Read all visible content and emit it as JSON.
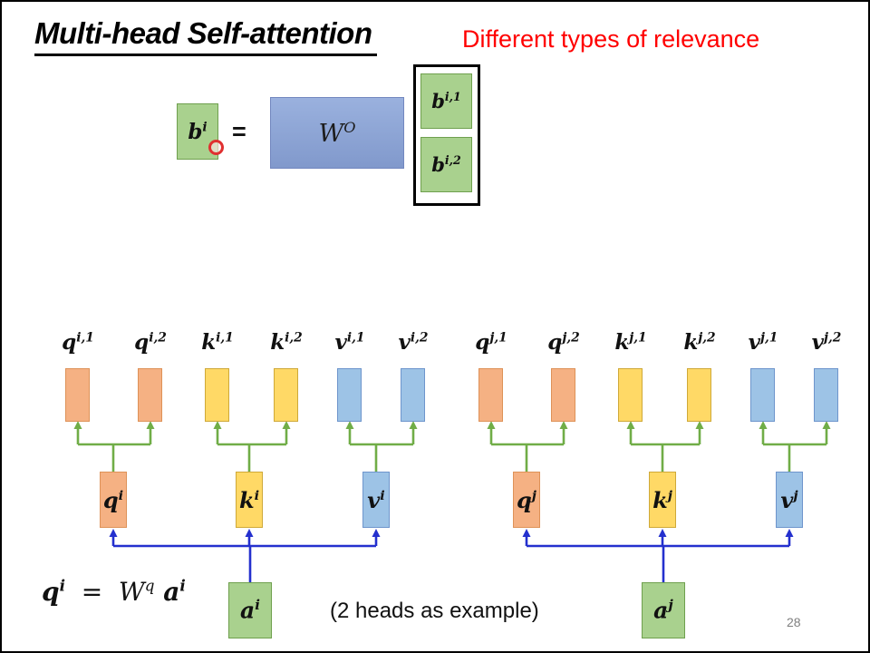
{
  "colors": {
    "orange": "#F5B183",
    "orange-border": "#DE9258",
    "yellow": "#FFD966",
    "yellow-border": "#CFA938",
    "blue": "#9DC3E6",
    "blue-border": "#6E95CC",
    "green": "#A9D18E",
    "green-border": "#6FA04E",
    "wbox-border": "#7287BF",
    "arrow-green": "#70AD47",
    "arrow-blue": "#2430CE",
    "subtitle-red": "#FF0000",
    "page-gray": "#7F7F7F",
    "cursor-red": "#E03030"
  },
  "header": {
    "title": "Multi-head Self-attention",
    "subtitle": "Different types of relevance"
  },
  "equation": {
    "input": {
      "base": "b",
      "sup": "i"
    },
    "equals": "=",
    "matrix": {
      "base": "W",
      "sup": "O"
    },
    "outputs": [
      {
        "base": "b",
        "sup": "i,1"
      },
      {
        "base": "b",
        "sup": "i,2"
      }
    ]
  },
  "groups": [
    {
      "heads": [
        {
          "base": "q",
          "sup": "i,1"
        },
        {
          "base": "q",
          "sup": "i,2"
        },
        {
          "base": "k",
          "sup": "i,1"
        },
        {
          "base": "k",
          "sup": "i,2"
        },
        {
          "base": "v",
          "sup": "i,1"
        },
        {
          "base": "v",
          "sup": "i,2"
        }
      ],
      "sources": [
        {
          "base": "q",
          "sup": "i"
        },
        {
          "base": "k",
          "sup": "i"
        },
        {
          "base": "v",
          "sup": "i"
        }
      ],
      "input": {
        "base": "a",
        "sup": "i"
      }
    },
    {
      "heads": [
        {
          "base": "q",
          "sup": "j,1"
        },
        {
          "base": "q",
          "sup": "j,2"
        },
        {
          "base": "k",
          "sup": "j,1"
        },
        {
          "base": "k",
          "sup": "j,2"
        },
        {
          "base": "v",
          "sup": "j,1"
        },
        {
          "base": "v",
          "sup": "j,2"
        }
      ],
      "sources": [
        {
          "base": "q",
          "sup": "j"
        },
        {
          "base": "k",
          "sup": "j"
        },
        {
          "base": "v",
          "sup": "j"
        }
      ],
      "input": {
        "base": "a",
        "sup": "j"
      }
    }
  ],
  "formula": {
    "lhs": {
      "base": "q",
      "sup": "i"
    },
    "equals": "=",
    "w": {
      "base": "W",
      "sup": "q"
    },
    "rhs": {
      "base": "a",
      "sup": "i"
    }
  },
  "footer": {
    "caption": "(2 heads as example)",
    "page_number": "28"
  }
}
